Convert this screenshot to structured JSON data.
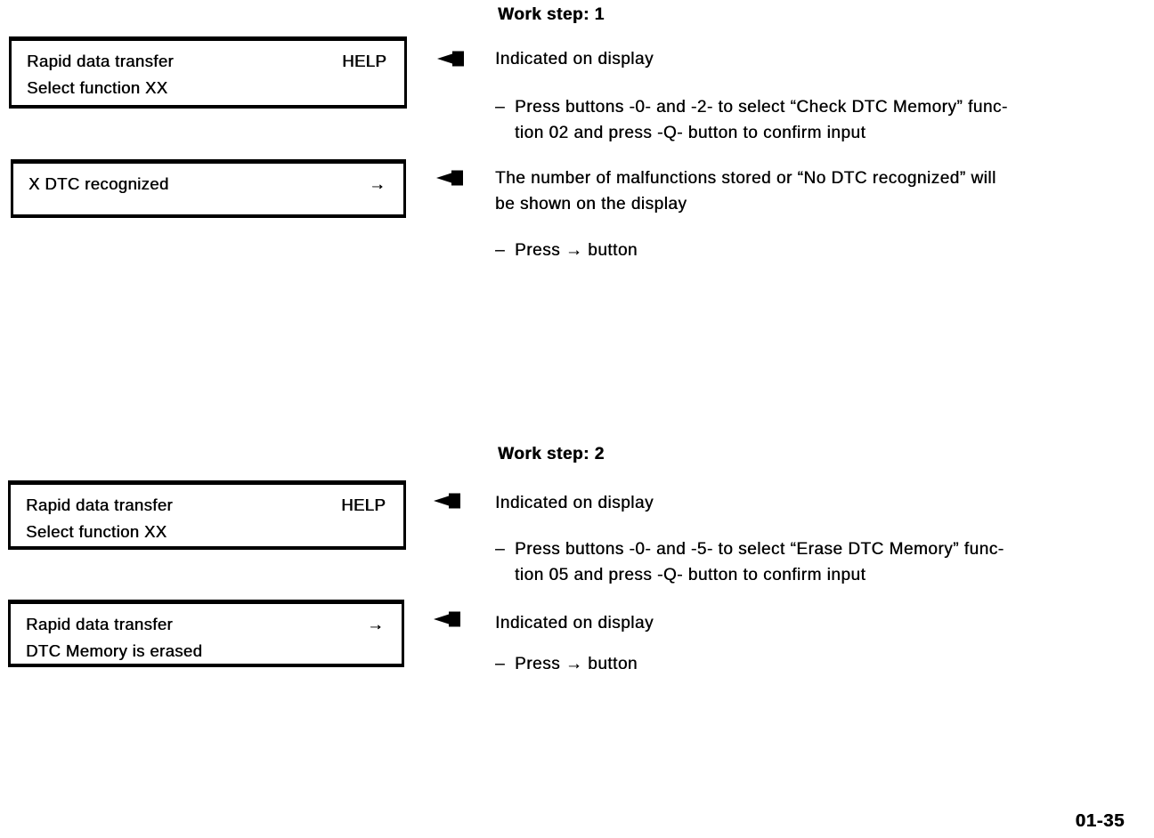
{
  "page": {
    "number": "01-35",
    "ink_color": "#000000",
    "paper_color": "#ffffff"
  },
  "glyphs": {
    "bullet_dash": "–",
    "right_arrow": "→"
  },
  "step1": {
    "heading": "Work step: 1",
    "display1": {
      "line1_left": "Rapid data transfer",
      "line1_right": "HELP",
      "line2_left": "Select function XX"
    },
    "note1": "Indicated on display",
    "action1_line1": "Press buttons -0- and -2- to select “Check DTC Memory” func-",
    "action1_line2": "tion 02 and press -Q- button to confirm input",
    "display2": {
      "line1_left": "X DTC recognized",
      "line1_right": "→"
    },
    "note2_line1": "The number of malfunctions stored or “No DTC recognized” will",
    "note2_line2": "be shown on the display",
    "action2": "Press → button"
  },
  "step2": {
    "heading": "Work step: 2",
    "display1": {
      "line1_left": "Rapid data transfer",
      "line1_right": "HELP",
      "line2_left": "Select function XX"
    },
    "note1": "Indicated on display",
    "action1_line1": "Press buttons -0- and -5- to select “Erase DTC Memory” func-",
    "action1_line2": "tion 05 and press -Q- button to confirm input",
    "display2": {
      "line1_left": "Rapid data transfer",
      "line1_right": "→",
      "line2_left": "DTC Memory is erased"
    },
    "note2": "Indicated on display",
    "action2": "Press → button"
  }
}
